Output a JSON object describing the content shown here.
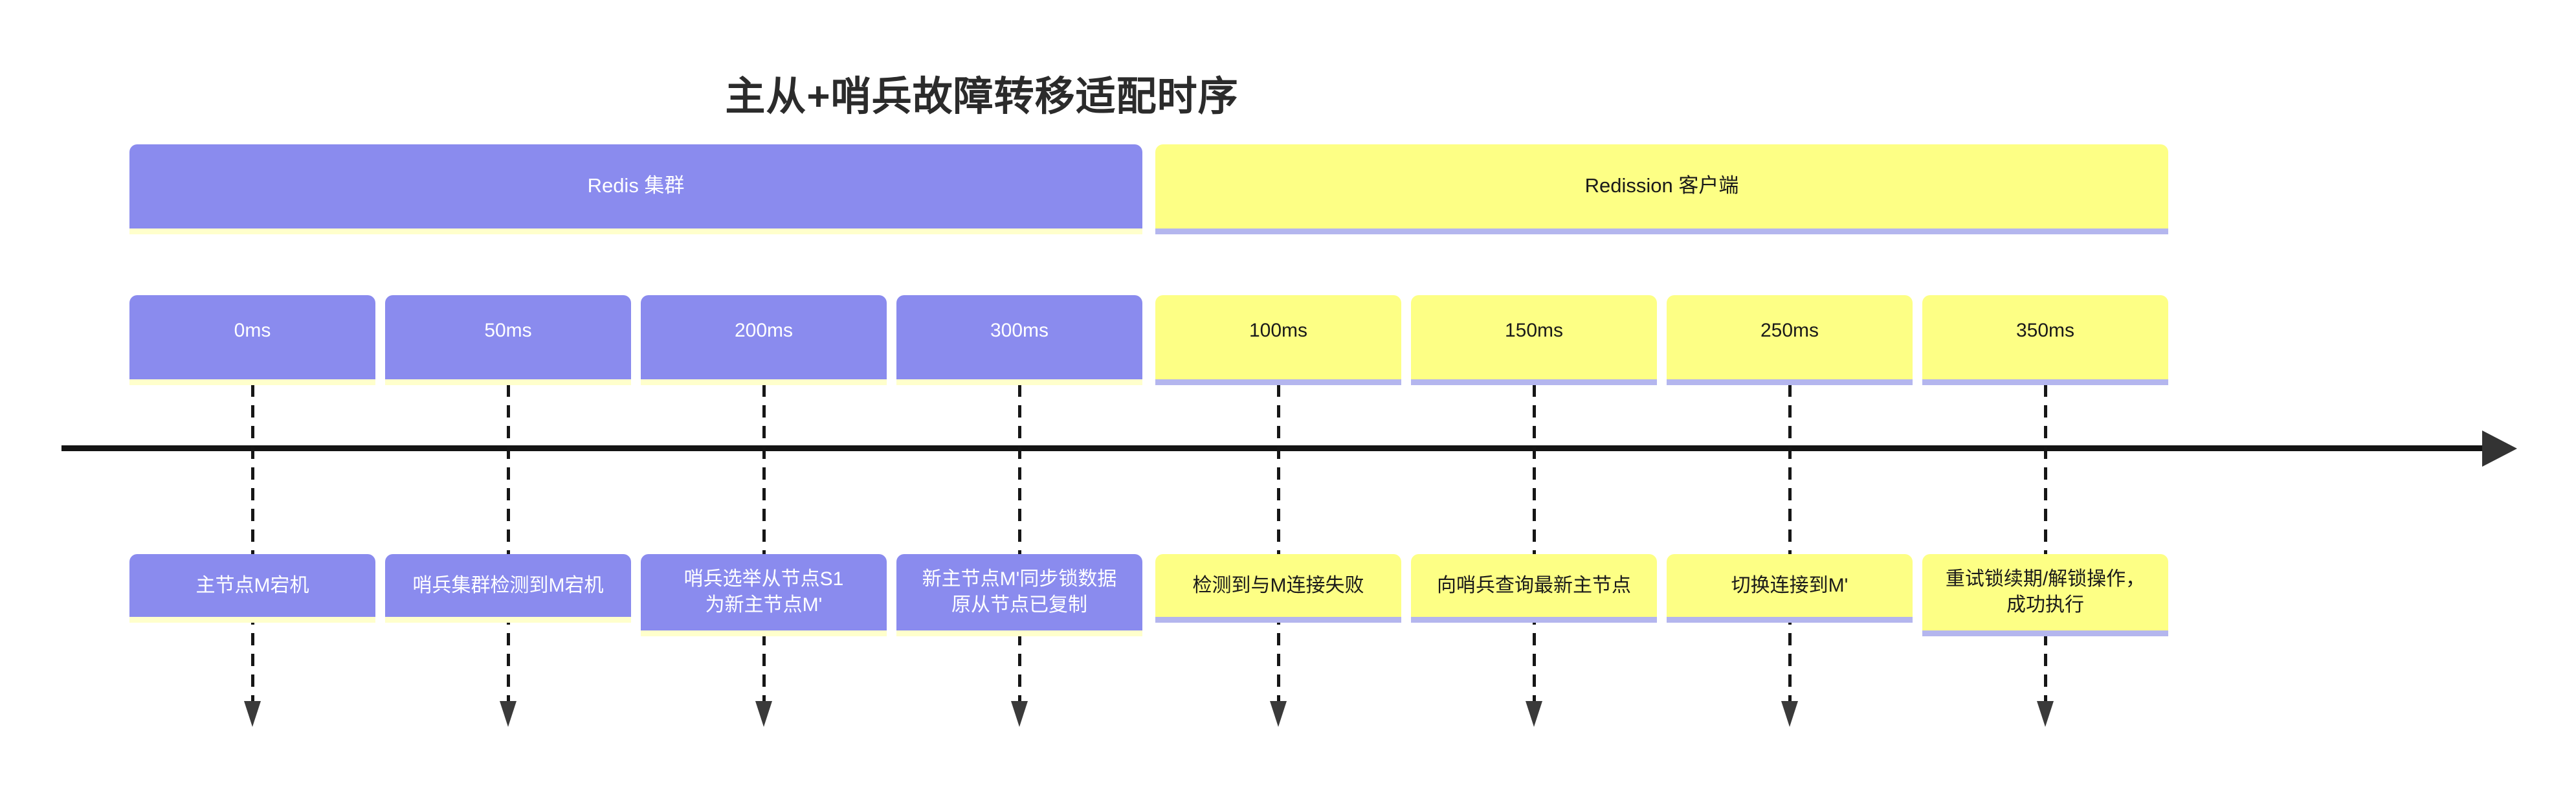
{
  "title": "主从+哨兵故障转移适配时序",
  "sections": [
    {
      "label": "Redis 集群",
      "colors": {
        "fill": "#8a8bee",
        "shadow": "#ffffcc",
        "text": "#ffffff"
      },
      "periods": [
        {
          "time": "0ms",
          "event": "主节点M宕机"
        },
        {
          "time": "50ms",
          "event": "哨兵集群检测到M宕机"
        },
        {
          "time": "200ms",
          "event": "哨兵选举从节点S1\n为新主节点M'"
        },
        {
          "time": "300ms",
          "event": "新主节点M'同步锁数据\n原从节点已复制"
        }
      ]
    },
    {
      "label": "Redission 客户端",
      "colors": {
        "fill": "#fdff85",
        "shadow": "#b4b6ee",
        "text": "#1a1a1a"
      },
      "periods": [
        {
          "time": "100ms",
          "event": "检测到与M连接失败"
        },
        {
          "time": "150ms",
          "event": "向哨兵查询最新主节点"
        },
        {
          "time": "250ms",
          "event": "切换连接到M'"
        },
        {
          "time": "350ms",
          "event": "重试锁续期/解锁操作，\n成功执行"
        }
      ]
    }
  ],
  "axis_colors": {
    "line": "#141414",
    "arrowhead": "#333333",
    "connector": "#161616"
  }
}
